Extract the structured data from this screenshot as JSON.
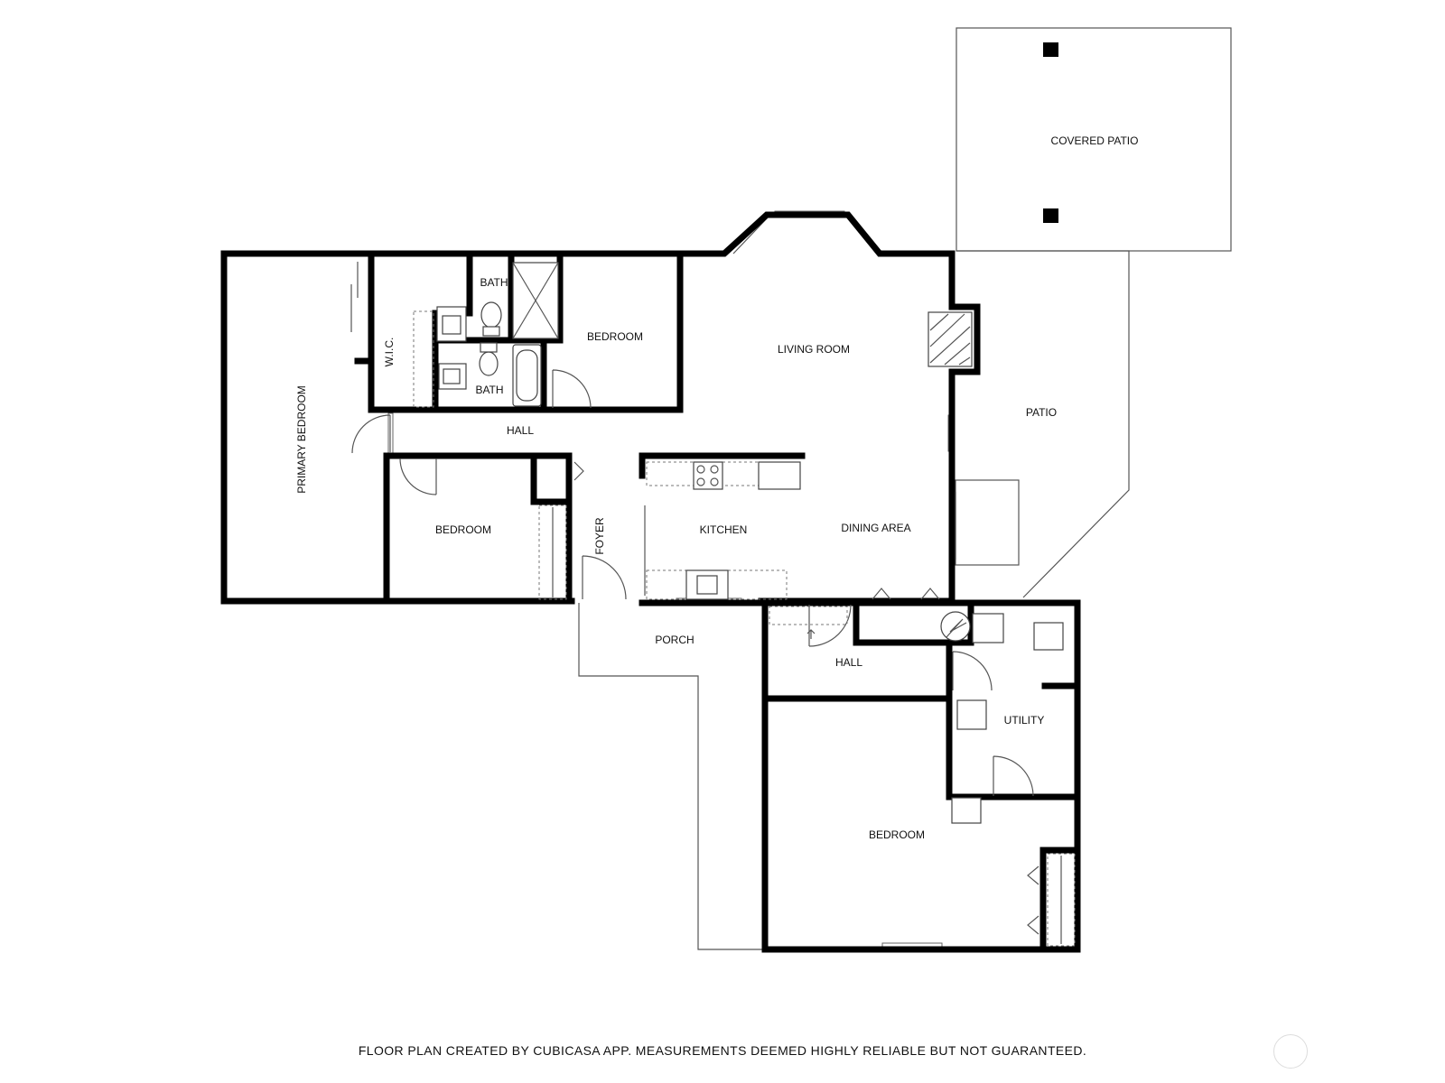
{
  "rooms": {
    "covered_patio": "COVERED PATIO",
    "patio": "PATIO",
    "primary_bedroom": "PRIMARY BEDROOM",
    "wic": "W.I.C.",
    "bath_upper": "BATH",
    "bath_lower": "BATH",
    "bedroom_upper": "BEDROOM",
    "living_room": "LIVING ROOM",
    "hall_main": "HALL",
    "bedroom_middle": "BEDROOM",
    "foyer": "FOYER",
    "kitchen": "KITCHEN",
    "dining_area": "DINING AREA",
    "porch": "PORCH",
    "hall_lower": "HALL",
    "utility": "UTILITY",
    "bedroom_lower": "BEDROOM"
  },
  "footer": {
    "disclaimer": "FLOOR PLAN CREATED BY CUBICASA APP. MEASUREMENTS DEEMED HIGHLY RELIABLE BUT NOT GUARANTEED."
  },
  "colors": {
    "wall": "#000000",
    "background": "#ffffff"
  }
}
